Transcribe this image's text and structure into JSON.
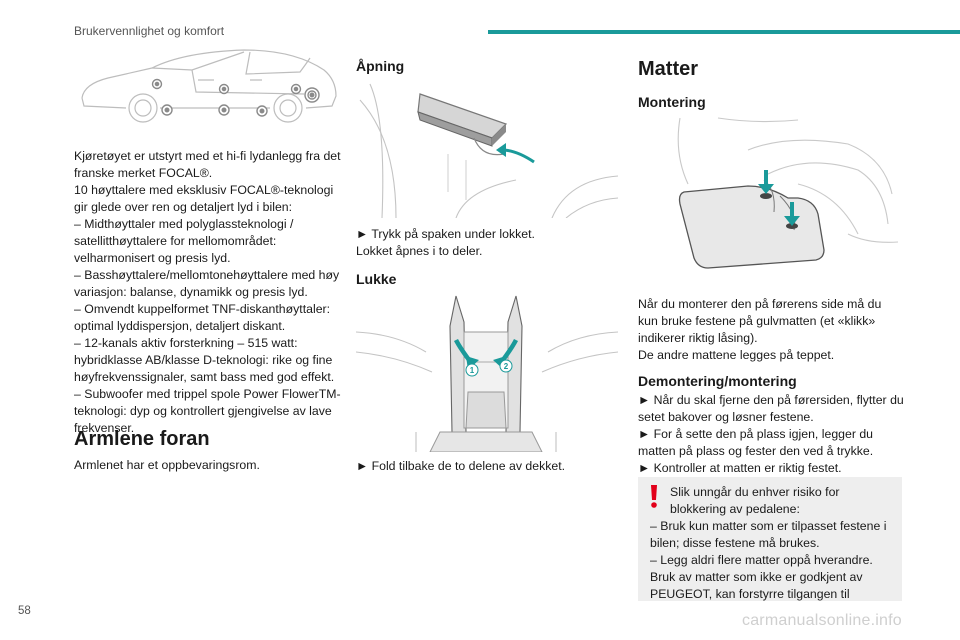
{
  "header": {
    "title": "Brukervennlighet og komfort",
    "accent_color": "#1a9a9a"
  },
  "col1": {
    "intro": [
      "Kjøretøyet er utstyrt med et hi-fi lydanlegg fra det franske merket FOCAL®.",
      "10 høyttalere med eksklusiv FOCAL®-teknologi gir glede over ren og detaljert lyd i bilen:",
      "– Midthøyttaler med polyglassteknologi / satellitthøyttalere for mellomområdet: velharmonisert og presis lyd.",
      "– Basshøyttalere/mellomtonehøyttalere med høy variasjon: balanse, dynamikk og presis lyd.",
      "– Omvendt kuppelformet TNF-diskanthøyttaler: optimal lyddispersjon, detaljert diskant.",
      "– 12-kanals aktiv forsterkning – 515 watt: hybridklasse AB/klasse D-teknologi: rike og fine høyfrekvenssignaler, samt bass med god effekt.",
      "– Subwoofer med trippel spole Power FlowerTM-teknologi: dyp og kontrollert gjengivelse av lave frekvenser."
    ],
    "armrest_heading": "Armlene foran",
    "armrest_text": "Armlenet har et oppbevaringsrom."
  },
  "col2": {
    "opening_heading": "Åpning",
    "opening_text": [
      "► Trykk på spaken under lokket.",
      "Lokket åpnes i to deler."
    ],
    "close_heading": "Lukke",
    "close_text": "► Fold tilbake de to delene av dekket.",
    "fig_num_1": "1",
    "fig_num_2": "2"
  },
  "col3": {
    "mats_heading": "Matter",
    "mounting_heading": "Montering",
    "mounting_text": [
      "Når du monterer den på førerens side må du kun bruke festene på gulvmatten (et «klikk» indikerer riktig låsing).",
      "De andre mattene legges på teppet."
    ],
    "remount_heading": "Demontering/montering",
    "remount_text": [
      "► Når du skal fjerne den på førersiden, flytter du setet bakover og løsner festene.",
      "► For å sette den på plass igjen, legger du matten på plass og fester den ved å trykke.",
      "► Kontroller at matten er riktig festet."
    ],
    "warning": [
      "Slik unngår du enhver risiko for blokkering av pedalene:",
      "– Bruk kun matter som er tilpasset festene i bilen; disse festene må brukes.",
      "– Legg aldri flere matter oppå hverandre.",
      "Bruk av matter som ikke er godkjent av PEUGEOT, kan forstyrre tilgangen til"
    ],
    "warning_color": "#e2001a"
  },
  "footer": {
    "page_number": "58",
    "watermark": "carmanualsonline.info"
  }
}
